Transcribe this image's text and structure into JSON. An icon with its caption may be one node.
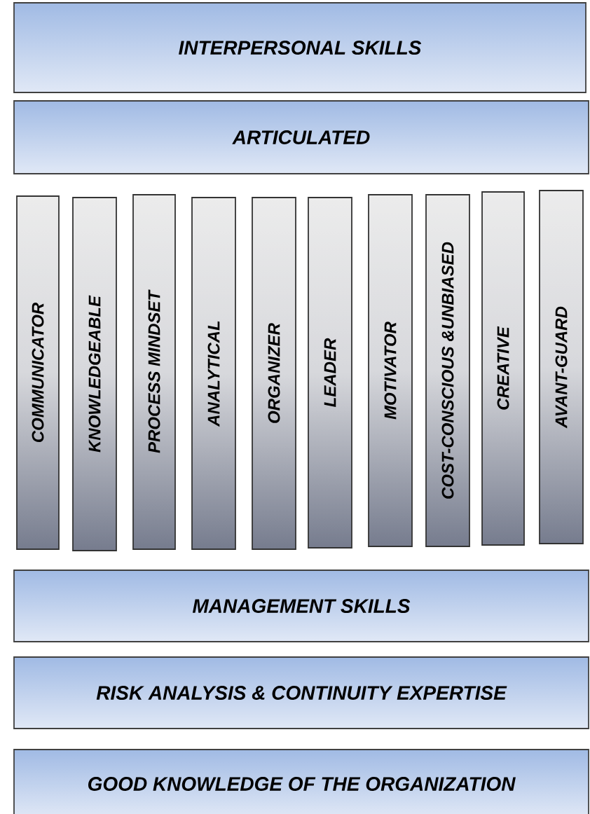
{
  "diagram": {
    "nodes": [
      {
        "text": [
          "INTERPERSONAL SKILLS"
        ]
      },
      {
        "text": [
          "ARTICULATED"
        ]
      },
      {
        "text": [
          "COMMUNICATOR"
        ]
      },
      {
        "text": [
          "KNOWLEDGEABLE"
        ]
      },
      {
        "text": [
          "PROCESS MINDSET"
        ]
      },
      {
        "text": [
          "ANALYTICAL"
        ]
      },
      {
        "text": [
          "ORGANIZER"
        ]
      },
      {
        "text": [
          "LEADER"
        ]
      },
      {
        "text": [
          "MOTIVATOR"
        ]
      },
      {
        "text": [
          "COST-CONSCIOUS &UNBIASED"
        ]
      },
      {
        "text": [
          "CREATIVE"
        ]
      },
      {
        "text": [
          "AVANT-GUARD"
        ]
      },
      {
        "text": [
          "MANAGEMENT SKILLS"
        ]
      },
      {
        "text": [
          "RISK ANALYSIS & CONTINUITY EXPERTISE"
        ]
      },
      {
        "text": [
          "GOOD KNOWLEDGE OF THE ORGANIZATION"
        ]
      }
    ]
  }
}
